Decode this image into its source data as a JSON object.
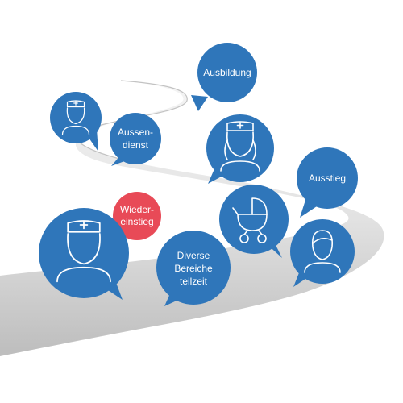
{
  "colors": {
    "bubble": "#2f76ba",
    "accent": "#e84a57",
    "road_light": "#ececec",
    "road_dark": "#b9b9b9"
  },
  "bubbles": {
    "ausbildung": {
      "text": "Ausbildung"
    },
    "aussendienst": {
      "line1": "Aussen-",
      "line2": "dienst"
    },
    "ausstieg": {
      "text": "Ausstieg"
    },
    "wiedereinstieg": {
      "line1": "Wieder-",
      "line2": "einstieg"
    },
    "diverse": {
      "line1": "Diverse",
      "line2": "Bereiche",
      "line3": "teilzeit"
    }
  },
  "icons": {
    "nurse_small": "nurse-icon",
    "nurse_medium": "nurse-woman-icon",
    "nurse_large": "nurse-icon",
    "stroller": "stroller-icon",
    "person": "woman-icon"
  }
}
